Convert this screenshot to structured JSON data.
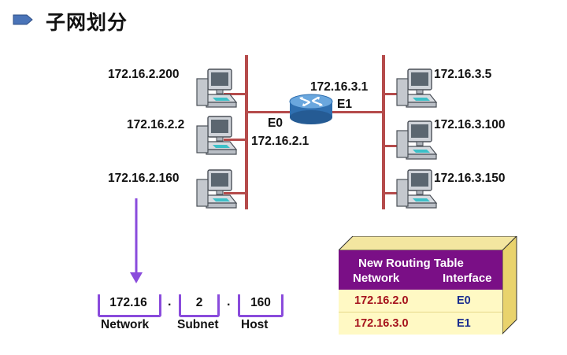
{
  "title": "子网划分",
  "left_hosts": [
    "172.16.2.200",
    "172.16.2.2",
    "172.16.2.160"
  ],
  "right_hosts": [
    "172.16.3.5",
    "172.16.3.100",
    "172.16.3.150"
  ],
  "router": {
    "e0_label": "E0",
    "e0_ip": "172.16.2.1",
    "e1_label": "E1",
    "e1_ip": "172.16.3.1"
  },
  "address": {
    "network": "172.16",
    "subnet": "2",
    "host": "160",
    "dot": ".",
    "network_caption": "Network",
    "subnet_caption": "Subnet",
    "host_caption": "Host"
  },
  "routing_table": {
    "title": "New Routing Table",
    "col_network": "Network",
    "col_interface": "Interface",
    "rows": [
      {
        "network": "172.16.2.0",
        "interface": "E0"
      },
      {
        "network": "172.16.3.0",
        "interface": "E1"
      }
    ]
  },
  "colors": {
    "bus": "#b54b4b",
    "bracket": "#8a4bdc",
    "table_header": "#7a0f86",
    "table_row": "#fff9c4",
    "network_text": "#a5121c",
    "interface_text": "#1a2d8f",
    "bullet": "#4a74b8"
  }
}
